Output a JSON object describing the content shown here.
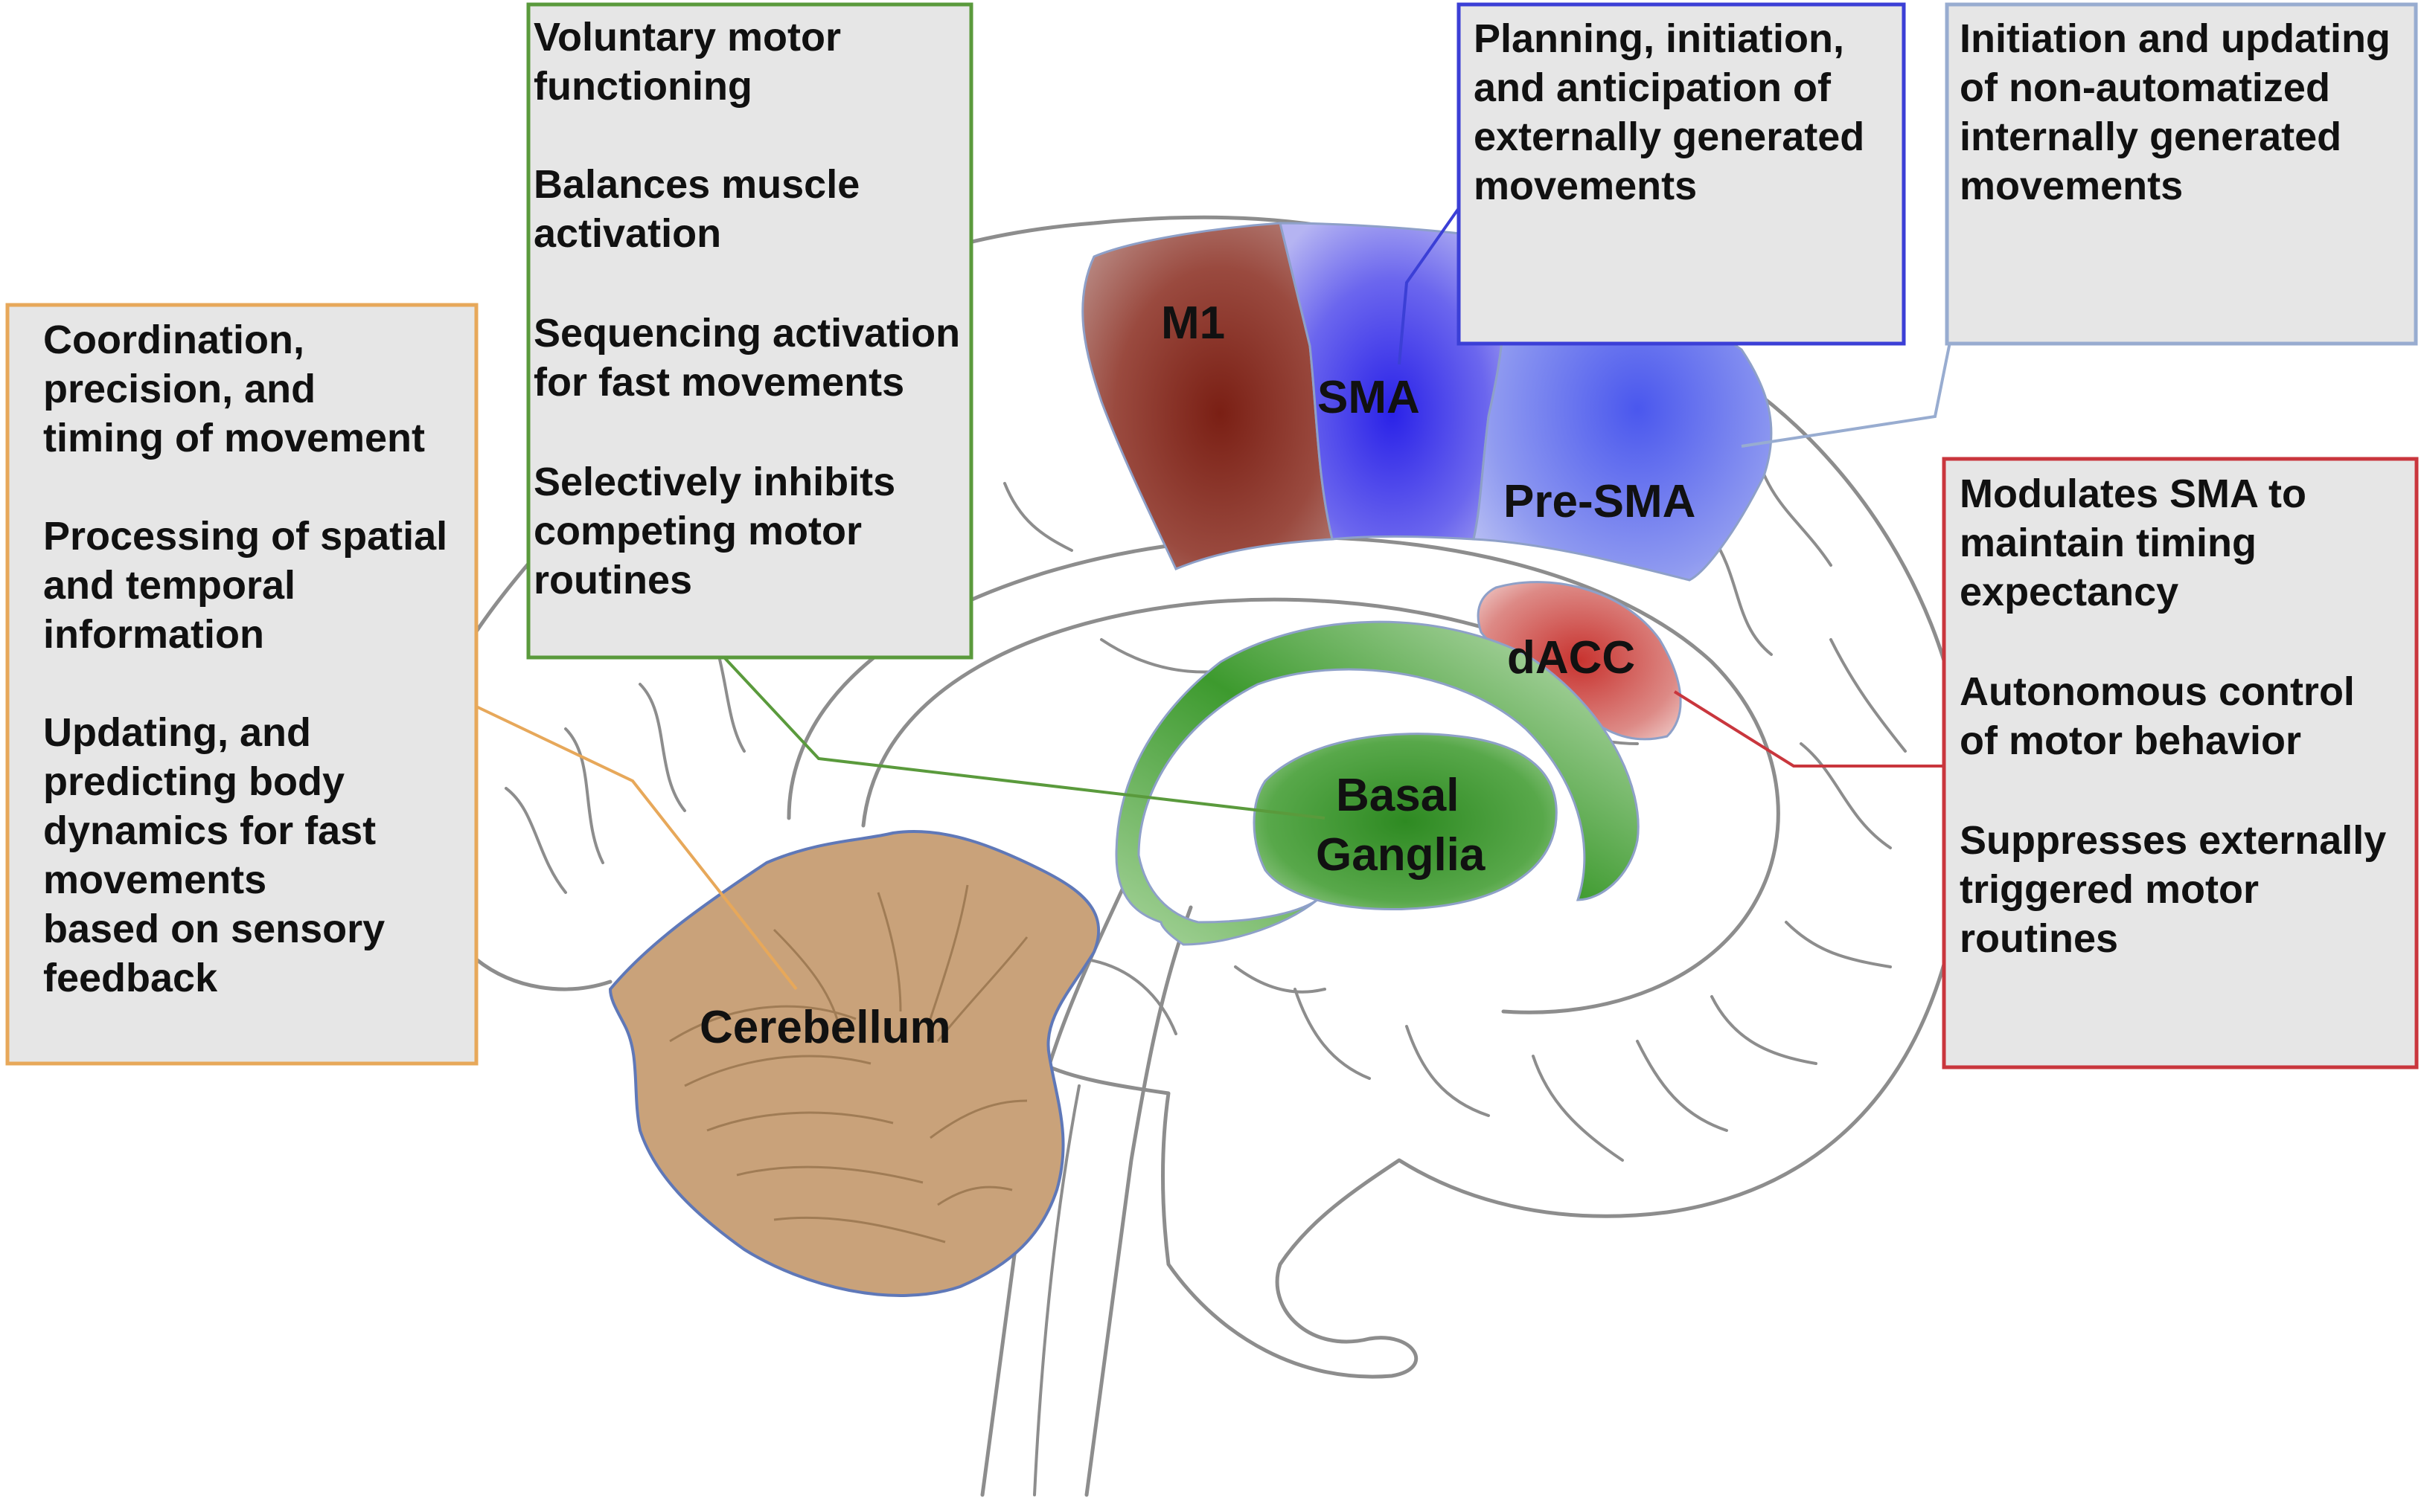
{
  "colors": {
    "orange": "#e7a85a",
    "green": "#5a9a3c",
    "blue": "#3b3fd6",
    "lightblue": "#98acd0",
    "red": "#c9363d",
    "box_fill": "#e6e6e6",
    "brain_outline": "#8d8d8d"
  },
  "boxes": {
    "cerebellum_functions": [
      "Coordination,",
      "precision, and",
      "timing of movement",
      "",
      "Processing of spatial",
      "and temporal",
      "information",
      "",
      "Updating, and",
      "predicting body",
      "dynamics for fast",
      "movements",
      "based on sensory",
      "feedback"
    ],
    "basal_ganglia_functions": [
      "Voluntary motor",
      "functioning",
      "",
      "Balances muscle",
      "activation",
      "",
      "Sequencing activation",
      "for fast movements",
      "",
      "Selectively inhibits",
      "competing motor",
      "routines"
    ],
    "sma_functions": [
      "Planning, initiation,",
      "and anticipation of",
      "externally generated",
      "movements"
    ],
    "presma_functions": [
      "Initiation and updating",
      "of non-automatized",
      "internally generated",
      "movements"
    ],
    "dacc_functions": [
      "Modulates SMA to",
      "maintain timing",
      "expectancy",
      "",
      "Autonomous control",
      "of motor behavior",
      "",
      "Suppresses externally",
      "triggered motor",
      "routines"
    ]
  },
  "regions": {
    "m1": "M1",
    "sma": "SMA",
    "presma": "Pre-SMA",
    "dacc": "dACC",
    "basal_ganglia": [
      "Basal",
      "Ganglia"
    ],
    "cerebellum": "Cerebellum"
  }
}
